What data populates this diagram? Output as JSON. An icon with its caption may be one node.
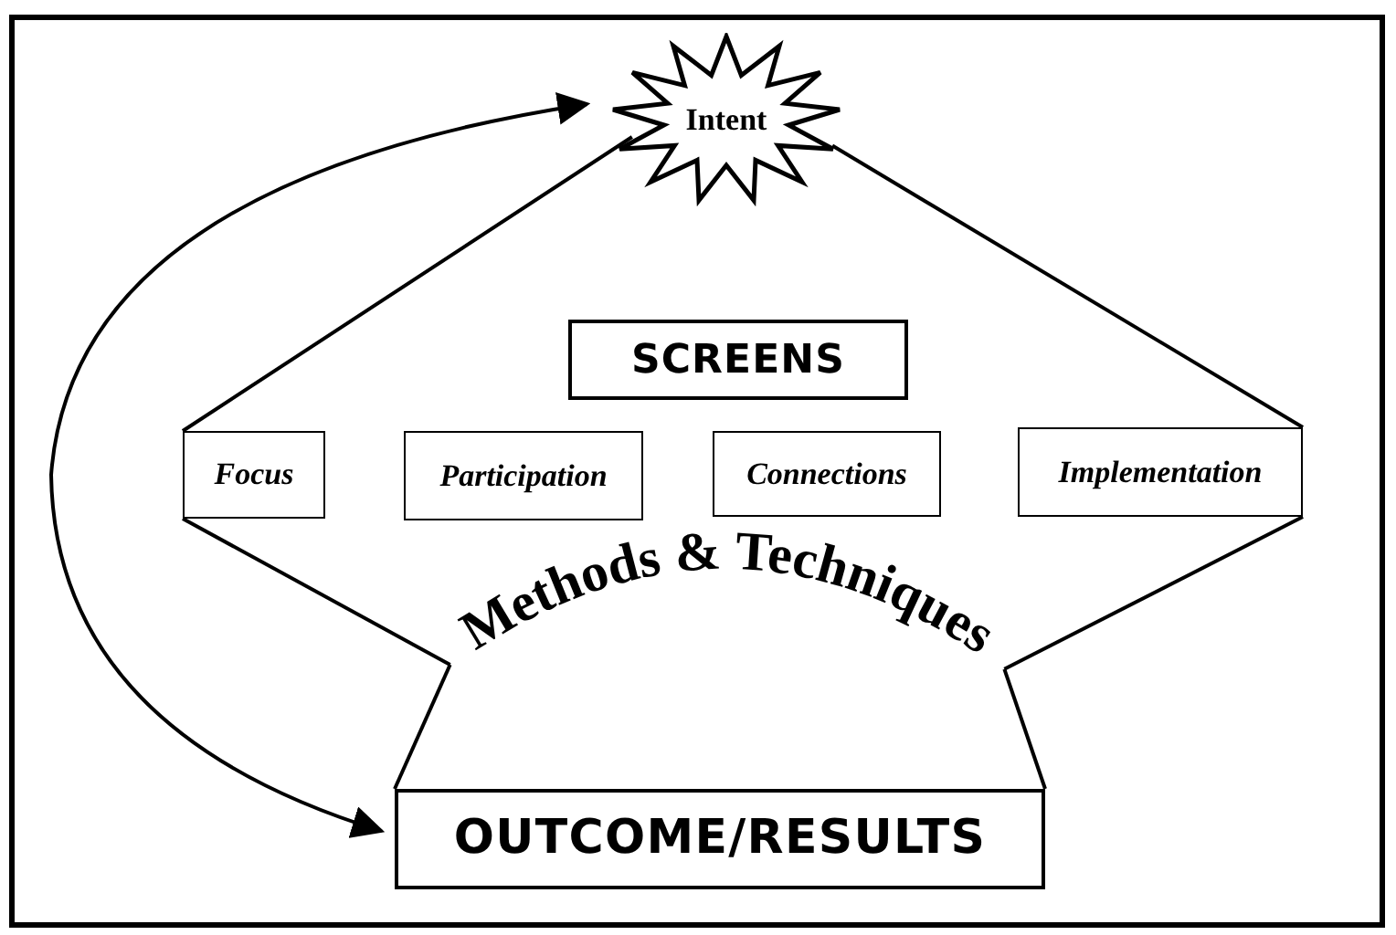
{
  "diagram": {
    "nodes": [
      {
        "text": [
          "Intent"
        ]
      },
      {
        "text": [
          "SCREENS"
        ]
      },
      {
        "text": [
          "Focus"
        ]
      },
      {
        "text": [
          "Participation"
        ]
      },
      {
        "text": [
          "Connections"
        ]
      },
      {
        "text": [
          "Implementation"
        ]
      },
      {
        "text": [
          "Methods & Techniques"
        ]
      },
      {
        "text": [
          "OUTCOME/RESULTS"
        ]
      }
    ],
    "edges": [
      {
        "from": 0,
        "to": 7,
        "arrow": "both"
      },
      {
        "from": 0,
        "to": 2,
        "arrow": "none"
      },
      {
        "from": 0,
        "to": 5,
        "arrow": "none"
      },
      {
        "from": 2,
        "to": 6,
        "arrow": "none"
      },
      {
        "from": 5,
        "to": 6,
        "arrow": "none"
      },
      {
        "from": 6,
        "to": 7,
        "arrow": "none"
      },
      {
        "from": 6,
        "to": 7,
        "arrow": "none"
      }
    ]
  }
}
